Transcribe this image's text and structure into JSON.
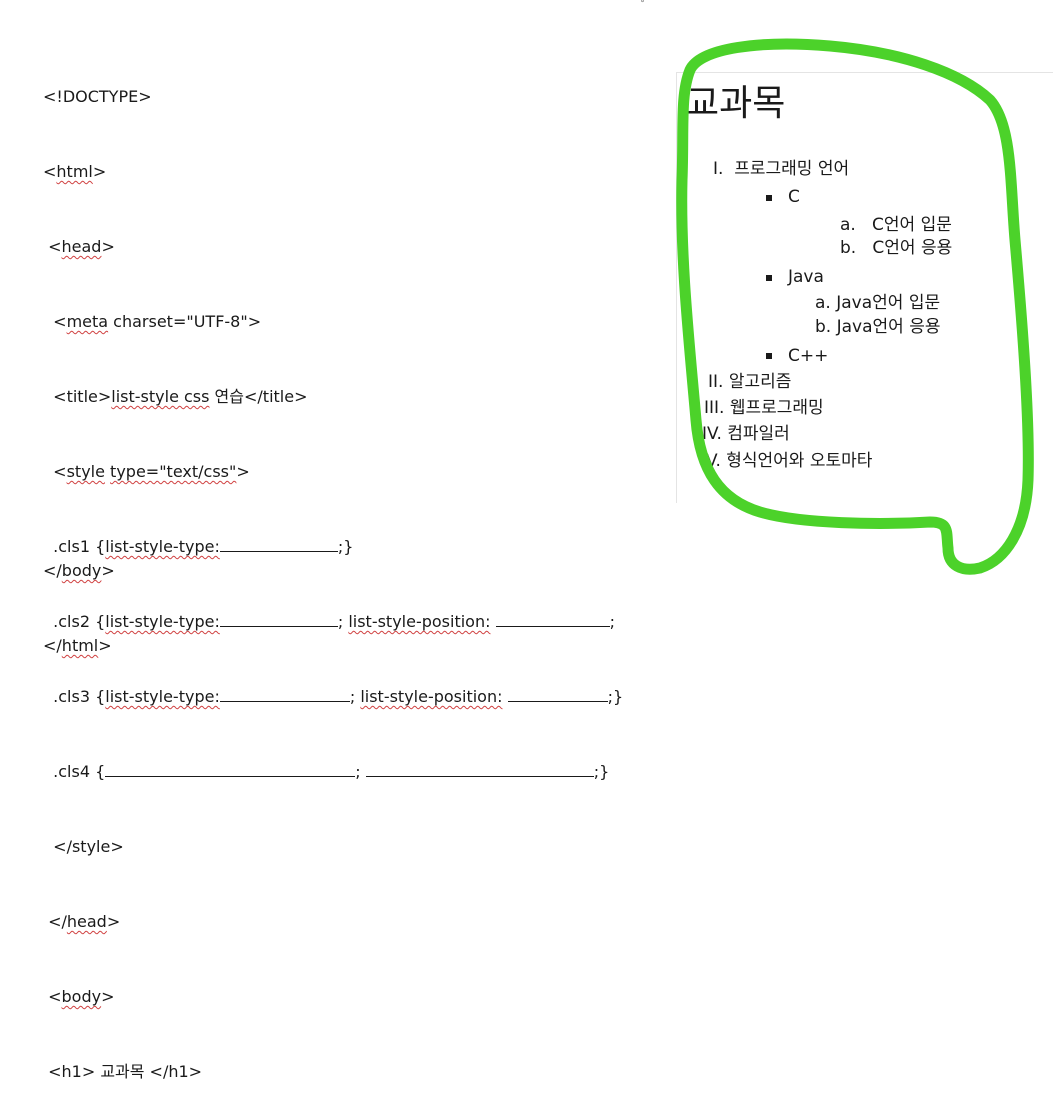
{
  "code": {
    "doctype": "<!DOCTYPE>",
    "html_open": "html",
    "head_open": "head",
    "meta_tag": "meta",
    "meta_attr": " charset=\"UTF-8\">",
    "title_tag": "title",
    "title_text": "list-style css",
    "title_korean": " 연습</title>",
    "style_tag": "style",
    "style_type": "type=\"text/css\"",
    "cls1_prefix": ".cls1 {",
    "cls1_prop": "list-style-type:",
    "cls2_prefix": ".cls2 {",
    "cls2_prop": "list-style-type:",
    "cls2_prop2": "list-style-position:",
    "cls3_prefix": ".cls3 {",
    "cls3_prop": "list-style-type:",
    "cls3_prop2": "list-style-position:",
    "cls4_prefix": ".cls4 {",
    "style_close": "</style>",
    "head_close": "head",
    "body_open": "body",
    "h1_line": "<h1> 교과목 </h1>",
    "body_close": "body",
    "html_close": "html"
  },
  "preview": {
    "heading": "교과목",
    "level1": [
      {
        "marker": "I.",
        "text": "프로그래밍 언어"
      },
      {
        "marker": "II.",
        "text": "알고리즘"
      },
      {
        "marker": "III.",
        "text": "웹프로그래밍"
      },
      {
        "marker": "IV.",
        "text": "컴파일러"
      },
      {
        "marker": "V.",
        "text": "형식언어와 오토마타"
      }
    ],
    "level2": [
      {
        "text": "C"
      },
      {
        "text": "Java"
      },
      {
        "text": "C++"
      }
    ],
    "c_items": [
      {
        "marker": "a.",
        "text": "C언어 입문"
      },
      {
        "marker": "b.",
        "text": "C언어 응용"
      }
    ],
    "java_items": [
      {
        "marker": "a.",
        "text": "Java언어 입문"
      },
      {
        "marker": "b.",
        "text": "Java언어 응용"
      }
    ]
  },
  "highlight_color": "#4cd22a"
}
